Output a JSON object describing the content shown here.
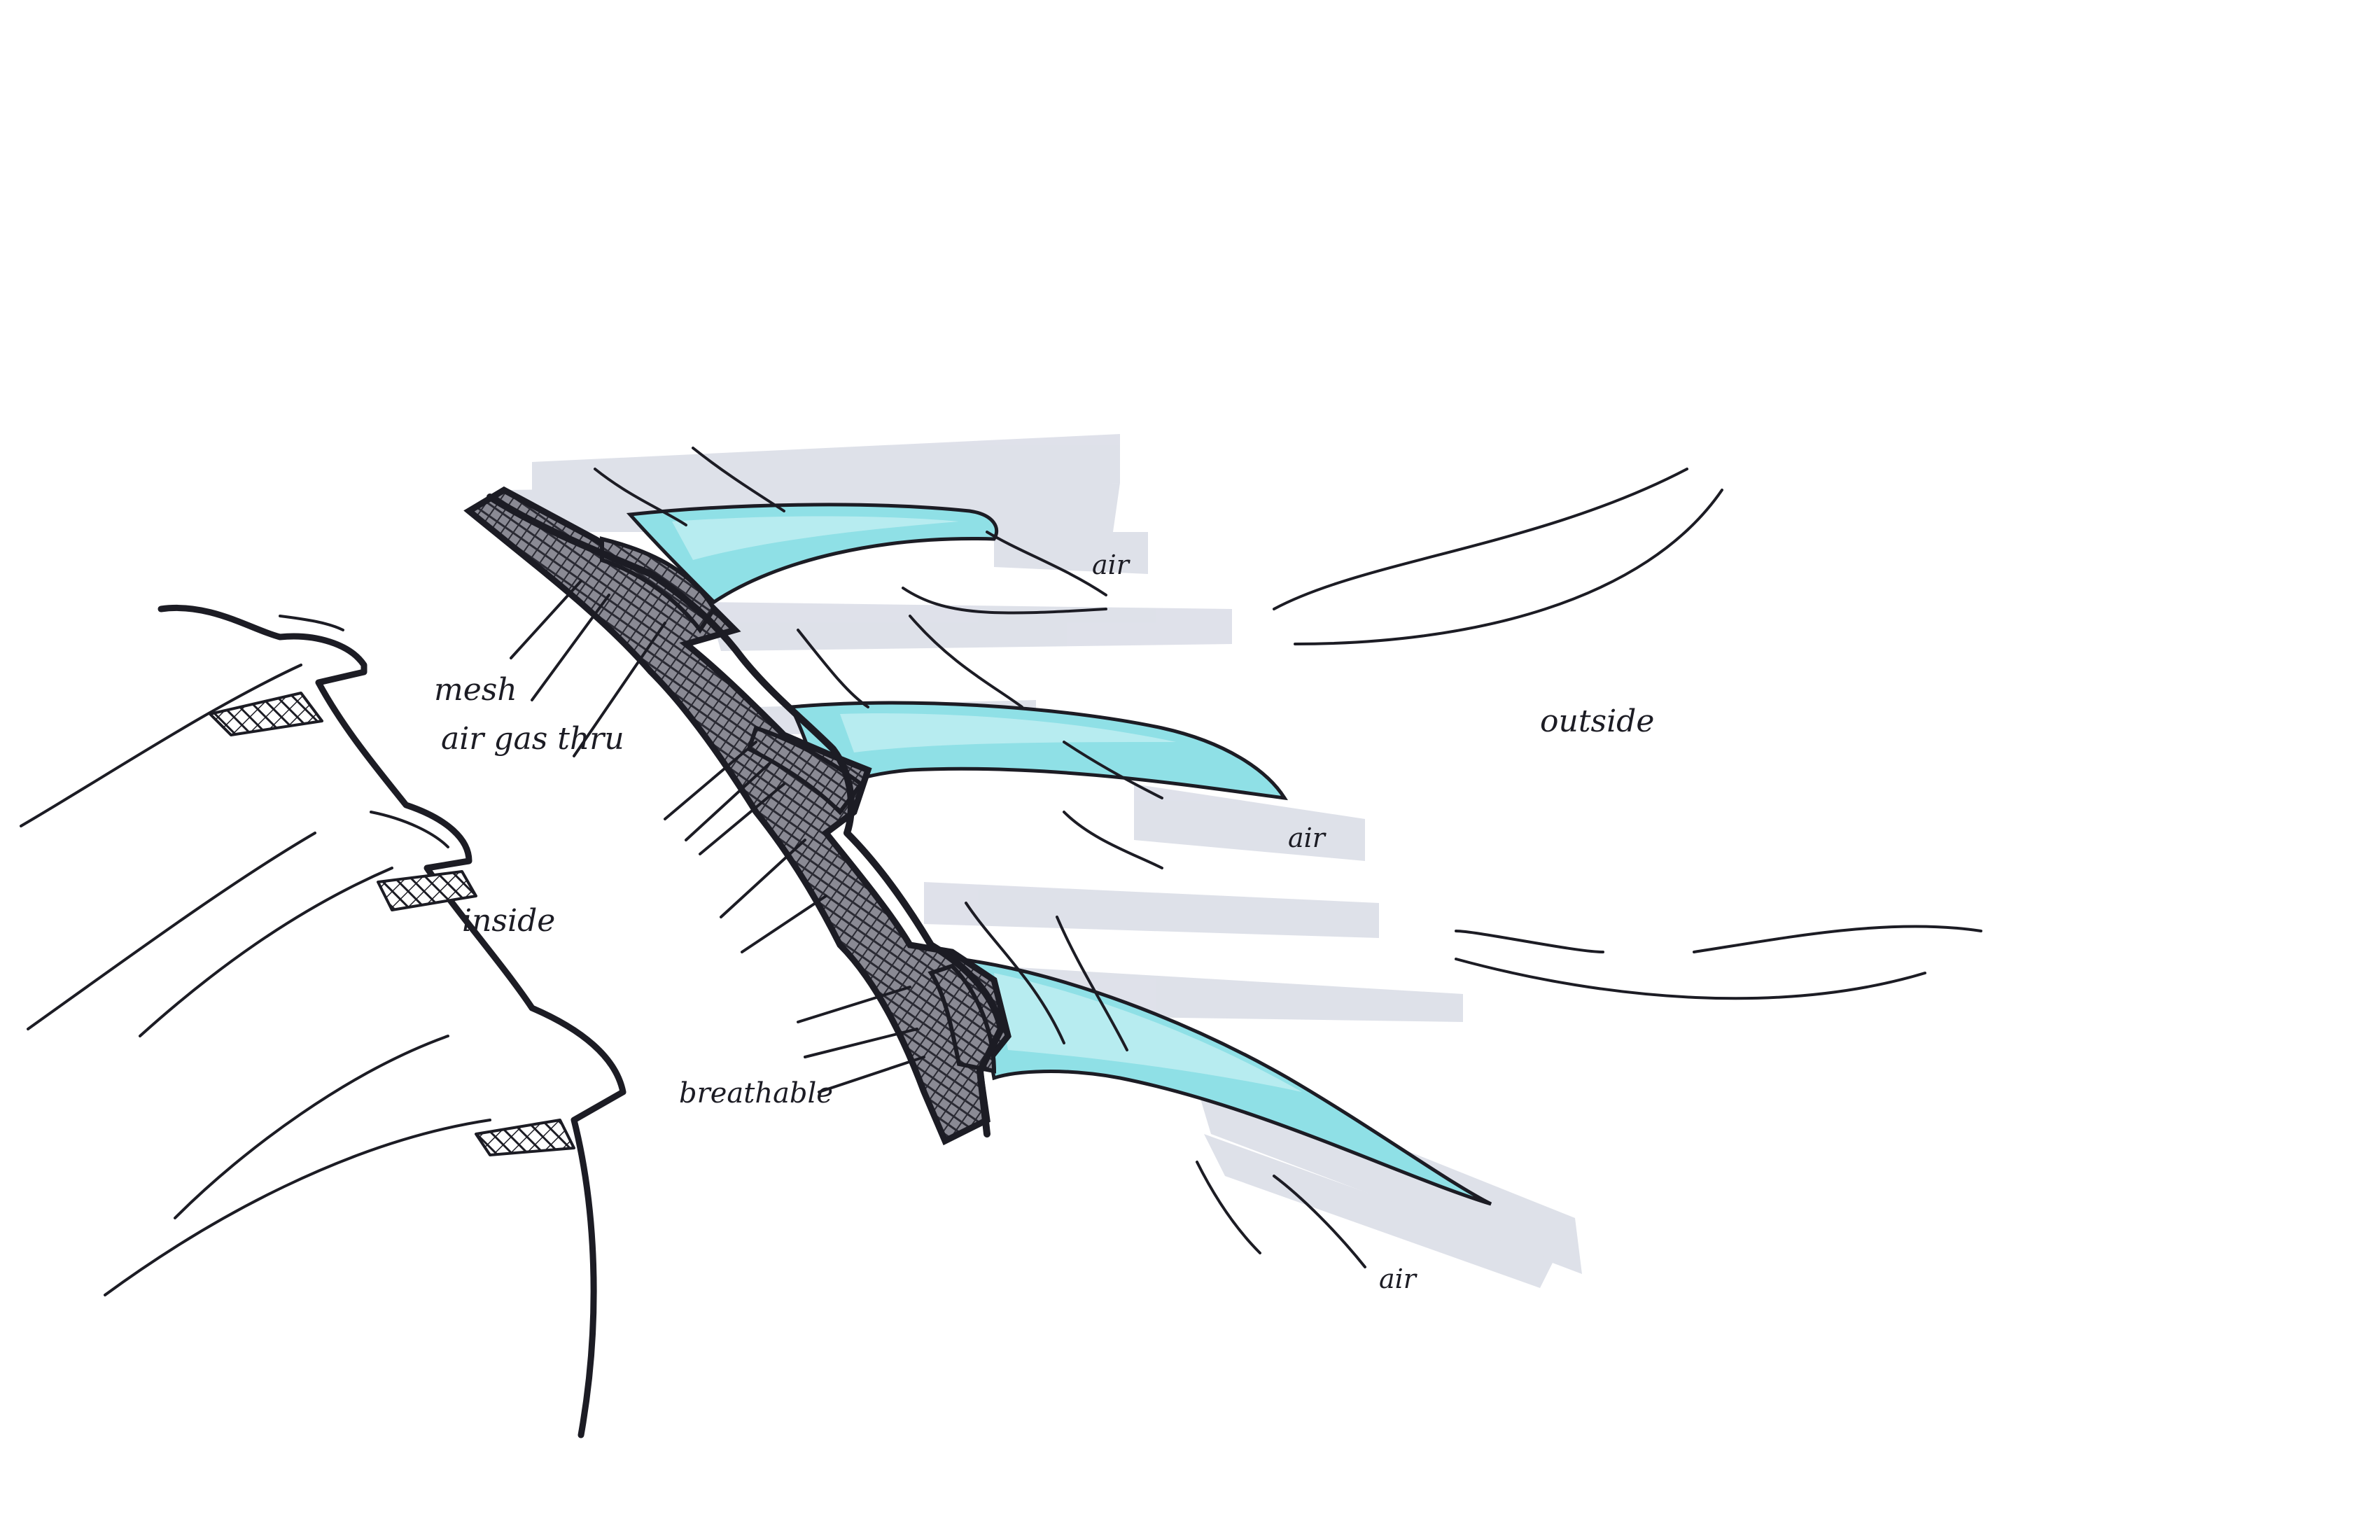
{
  "labels": {
    "mesh": "mesh",
    "air_gas": "air gas thru",
    "outside": "outside",
    "inside": "inside",
    "breathable": "breathable",
    "air_1": "air",
    "air_2": "air",
    "air_3": "air"
  },
  "colors": {
    "ink": "#1c1c24",
    "glass": "#8fe0e6",
    "glass_light": "#c8f1f3",
    "shadow": "#d9dce6",
    "hatch_fill": "#4a4a55"
  }
}
